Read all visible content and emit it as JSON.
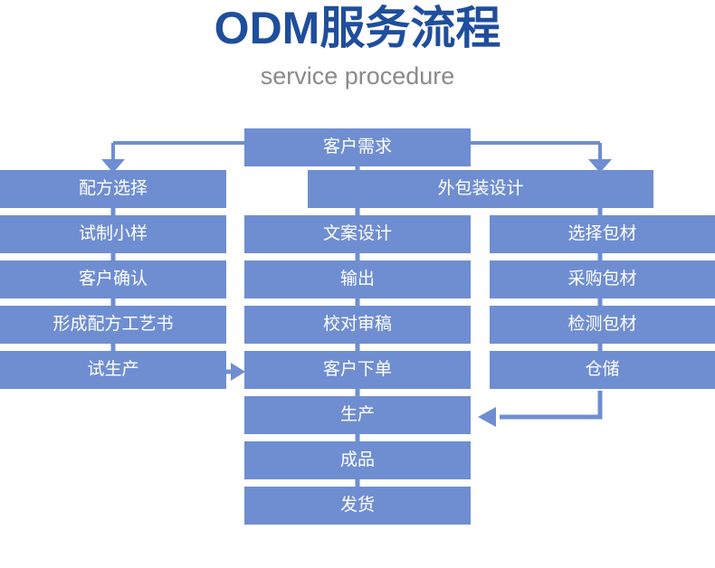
{
  "header": {
    "title": "ODM服务流程",
    "subtitle": "service procedure",
    "title_color": "#1f4e9c",
    "subtitle_color": "#8a8a8a"
  },
  "theme": {
    "node_fill": "#6f8ed1",
    "node_text": "#ffffff",
    "connector_color": "#6f8ed1",
    "background": "#ffffff"
  },
  "flow": {
    "start": {
      "label": "客户需求"
    },
    "branches": [
      {
        "label": "配方选择"
      },
      {
        "label": "外包装设计"
      }
    ],
    "columns": {
      "left": [
        {
          "label": "配方选择"
        },
        {
          "label": "试制小样"
        },
        {
          "label": "客户确认"
        },
        {
          "label": "形成配方工艺书"
        },
        {
          "label": "试生产"
        }
      ],
      "middle": [
        {
          "label": "文案设计"
        },
        {
          "label": "输出"
        },
        {
          "label": "校对审稿"
        },
        {
          "label": "客户下单"
        }
      ],
      "right": [
        {
          "label": "选择包材"
        },
        {
          "label": "采购包材"
        },
        {
          "label": "检测包材"
        },
        {
          "label": "仓储"
        }
      ],
      "tail": [
        {
          "label": "生产"
        },
        {
          "label": "成品"
        },
        {
          "label": "发货"
        }
      ]
    },
    "nodes": {
      "customer_requirement": "客户需求",
      "formula_selection": "配方选择",
      "outer_package_design": "外包装设计",
      "trial_sample": "试制小样",
      "copy_design": "文案设计",
      "select_packaging": "选择包材",
      "customer_confirm": "客户确认",
      "output": "输出",
      "purchase_packaging": "采购包材",
      "formula_process_doc": "形成配方工艺书",
      "proofreading": "校对审稿",
      "inspect_packaging": "检测包材",
      "trial_production": "试生产",
      "customer_order": "客户下单",
      "warehousing": "仓储",
      "production": "生产",
      "finished_product": "成品",
      "shipment": "发货"
    }
  }
}
